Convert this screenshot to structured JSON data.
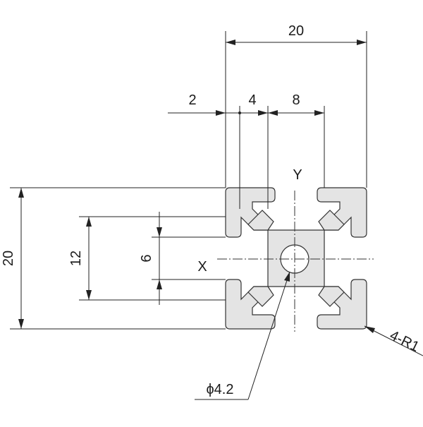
{
  "drawing": {
    "profile_color": "#e4e4e4",
    "line_color": "#222222",
    "axis_labels": {
      "x": "X",
      "y": "Y"
    },
    "dimensions": {
      "overall_width": "20",
      "overall_height": "20",
      "wall_thickness": "2",
      "slot_offset": "4",
      "slot_width": "8",
      "inner_height": "12",
      "slot_opening": "6",
      "bore_diameter": "ϕ4.2",
      "corner_radius": "4-R1"
    }
  }
}
